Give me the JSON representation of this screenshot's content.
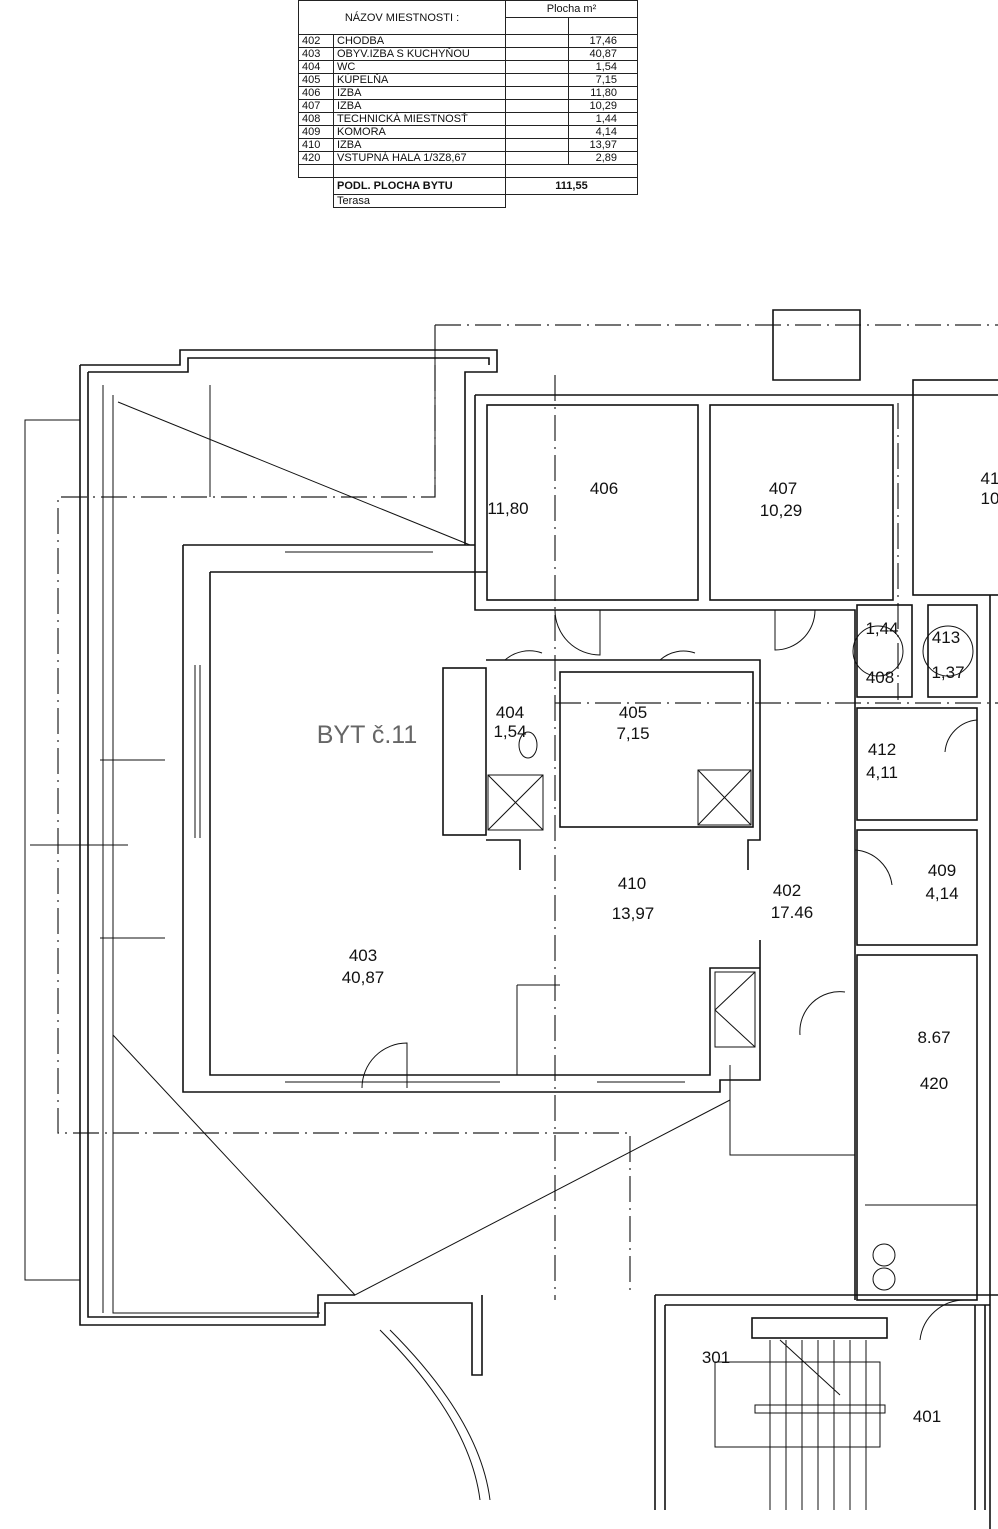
{
  "table": {
    "header_name": "NÁZOV MIESTNOSTI :",
    "header_area": "Plocha m²",
    "rows": [
      {
        "no": "402",
        "name": "CHODBA",
        "area": "17,46"
      },
      {
        "no": "403",
        "name": "OBYV.IZBA S KUCHYŇOU",
        "area": "40,87"
      },
      {
        "no": "404",
        "name": "WC",
        "area": "1,54"
      },
      {
        "no": "405",
        "name": "KÚPELŇA",
        "area": "7,15"
      },
      {
        "no": "406",
        "name": "IZBA",
        "area": "11,80"
      },
      {
        "no": "407",
        "name": "IZBA",
        "area": "10,29"
      },
      {
        "no": "408",
        "name": "TECHNICKÁ MIESTNOSŤ",
        "area": "1,44"
      },
      {
        "no": "409",
        "name": "KOMORA",
        "area": "4,14"
      },
      {
        "no": "410",
        "name": "IZBA",
        "area": "13,97"
      },
      {
        "no": "420",
        "name": "VSTUPNÁ HALA 1/3Z8,67",
        "area": "2,89"
      }
    ],
    "total_label": "PODL. PLOCHA BYTU",
    "total_value": "111,55",
    "terrace_label": "Terasa"
  },
  "plan": {
    "apartment_label": "BYT č.11",
    "rooms": [
      {
        "no": "406",
        "area": "11,80"
      },
      {
        "no": "407",
        "area": "10,29"
      },
      {
        "no": "41",
        "area": "10"
      },
      {
        "no": "404",
        "area": "1,54"
      },
      {
        "no": "405",
        "area": "7,15"
      },
      {
        "no": "410",
        "area": "13,97"
      },
      {
        "no": "402",
        "area": "17.46"
      },
      {
        "no": "403",
        "area": "40,87"
      },
      {
        "no": "408",
        "area": "1,44"
      },
      {
        "no": "413",
        "area": "1,37"
      },
      {
        "no": "412",
        "area": "4,11"
      },
      {
        "no": "409",
        "area": "4,14"
      },
      {
        "no": "420",
        "area": "8.67"
      },
      {
        "no": "301"
      },
      {
        "no": "401"
      }
    ]
  }
}
